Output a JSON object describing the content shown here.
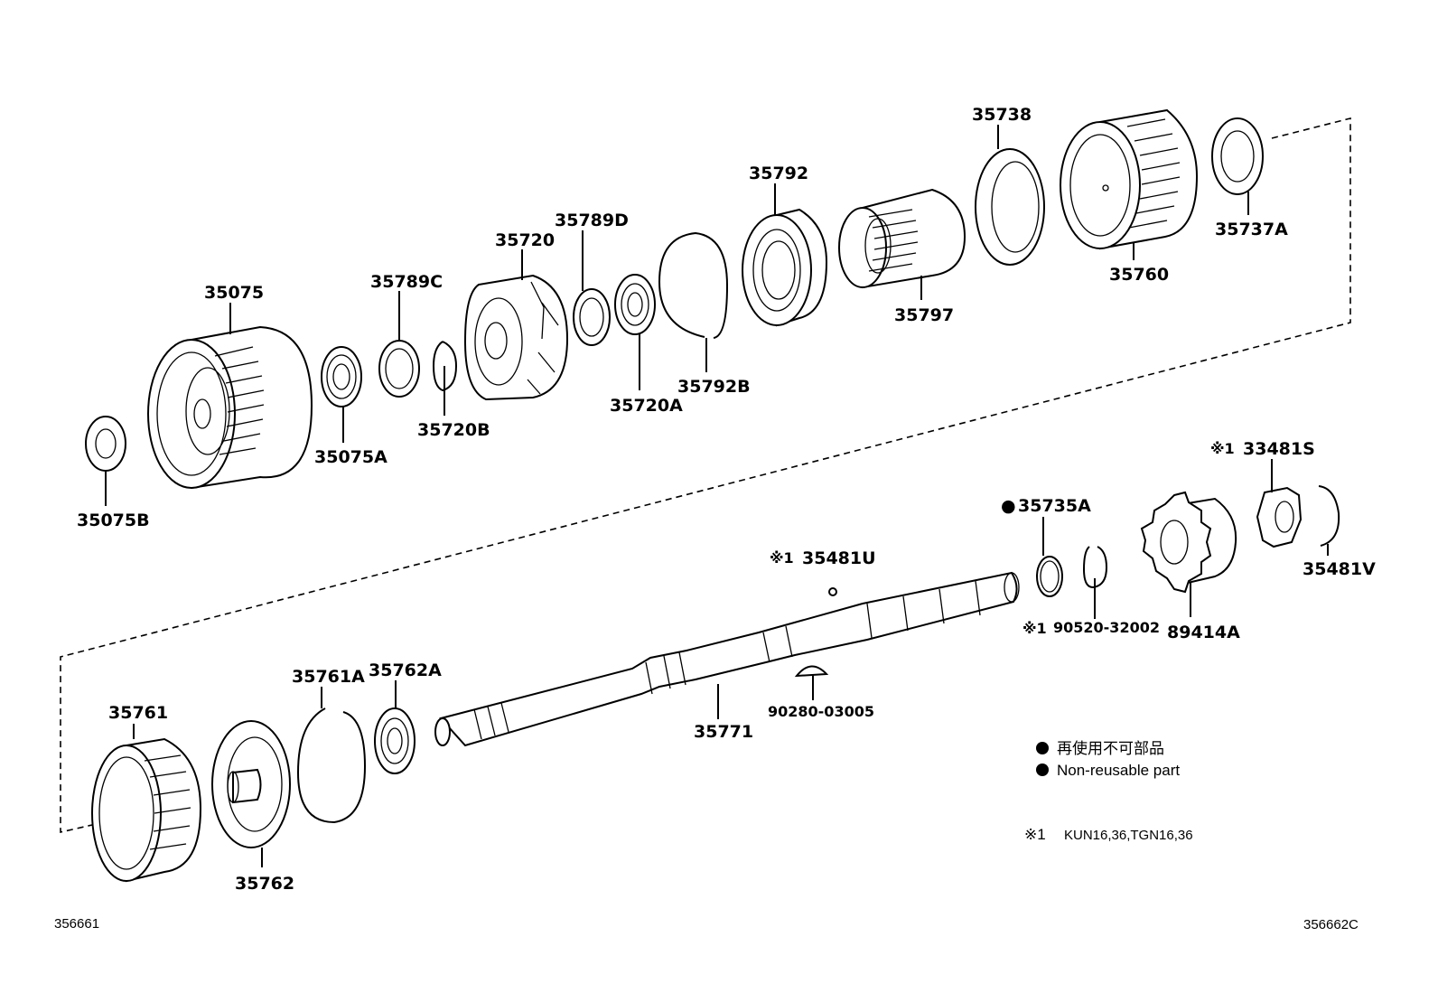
{
  "parts": {
    "p35075B": "35075B",
    "p35075": "35075",
    "p35075A": "35075A",
    "p35789C": "35789C",
    "p35720B": "35720B",
    "p35720": "35720",
    "p35789D": "35789D",
    "p35720A": "35720A",
    "p35792B": "35792B",
    "p35792": "35792",
    "p35797": "35797",
    "p35738": "35738",
    "p35760": "35760",
    "p35737A": "35737A",
    "p33481S": "33481S",
    "p35735A": "35735A",
    "p35481U": "35481U",
    "p90520": "90520-32002",
    "p89414A": "89414A",
    "p35481V": "35481V",
    "p90280": "90280-03005",
    "p35771": "35771",
    "p35761": "35761",
    "p35761A": "35761A",
    "p35762A": "35762A",
    "p35762": "35762"
  },
  "marks": {
    "note1": "※1",
    "nonreusable": "●"
  },
  "legend": {
    "jp": "再使用不可部品",
    "en": "Non-reusable part",
    "note_mark": "※1",
    "note_text": "KUN16,36,TGN16,36"
  },
  "codes": {
    "left": "356661",
    "right": "356662C"
  }
}
